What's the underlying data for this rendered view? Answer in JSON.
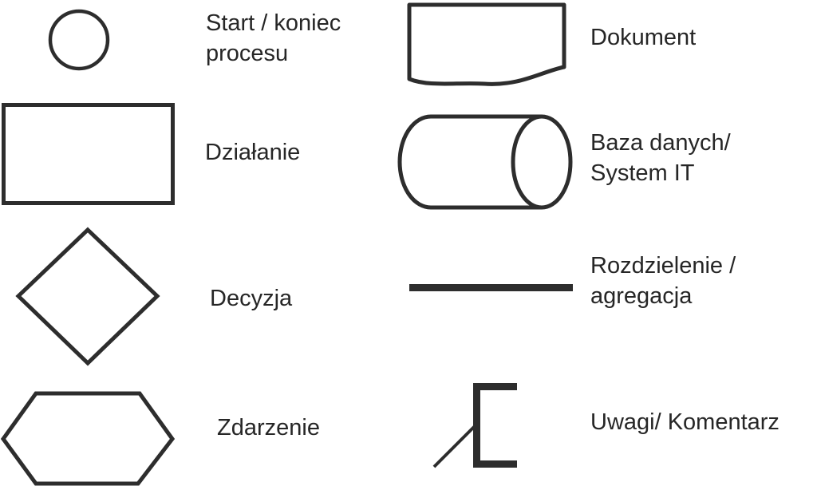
{
  "page": {
    "title": "Flowchart symbols legend",
    "background_color": "#ffffff"
  },
  "colors": {
    "shape_stroke": "#2d2d2d",
    "text": "#262626"
  },
  "legend": {
    "items": [
      {
        "symbol": "start-end-circle",
        "label": "Start / koniec\nprocesu"
      },
      {
        "symbol": "action-rectangle",
        "label": "Działanie"
      },
      {
        "symbol": "decision-diamond",
        "label": "Decyzja"
      },
      {
        "symbol": "event-hexagon",
        "label": "Zdarzenie"
      },
      {
        "symbol": "document-shape",
        "label": "Dokument"
      },
      {
        "symbol": "database-cylinder",
        "label": "Baza danych/\nSystem IT"
      },
      {
        "symbol": "split-aggregation-bar",
        "label": "Rozdzielenie /\nagregacja"
      },
      {
        "symbol": "comment-bracket",
        "label": "Uwagi/ Komentarz"
      }
    ]
  }
}
